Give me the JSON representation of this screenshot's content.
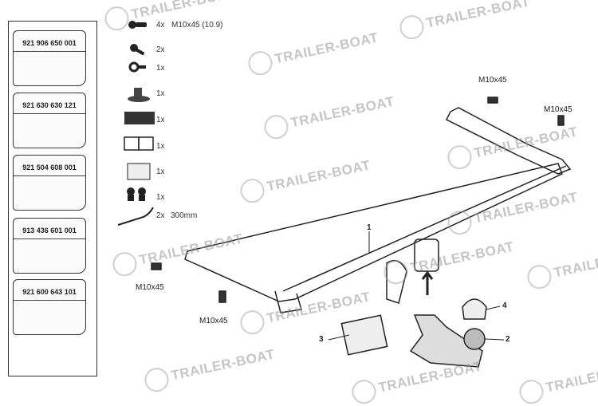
{
  "kits": [
    {
      "number": "921 906 650 001"
    },
    {
      "number": "921 630 630 121"
    },
    {
      "number": "921 504 608 001"
    },
    {
      "number": "913 436 601 001"
    },
    {
      "number": "921 600 643 101"
    }
  ],
  "parts_list": [
    {
      "icon": "bolt-icon",
      "qty": "4x",
      "desc": "M10x45 (10.9)"
    },
    {
      "icon": "key-icon",
      "qty": "2x",
      "desc": ""
    },
    {
      "icon": "key-ring-icon",
      "qty": "1x",
      "desc": ""
    },
    {
      "icon": "socket-icon",
      "qty": "1x",
      "desc": ""
    },
    {
      "icon": "label-sticker-icon",
      "qty": "1x",
      "desc": ""
    },
    {
      "icon": "manual-book-icon",
      "qty": "1x",
      "desc": ""
    },
    {
      "icon": "card-icon",
      "qty": "1x",
      "desc": ""
    },
    {
      "icon": "clips-icon",
      "qty": "1x",
      "desc": ""
    },
    {
      "icon": "cable-icon",
      "qty": "2x",
      "desc": "300mm"
    }
  ],
  "callouts": {
    "bolt_labels": [
      "M10x45",
      "M10x45",
      "M10x45",
      "M10x45"
    ],
    "part_numbers": [
      "1",
      "2",
      "3",
      "4"
    ]
  },
  "watermark": "TRAILER-BOAT"
}
